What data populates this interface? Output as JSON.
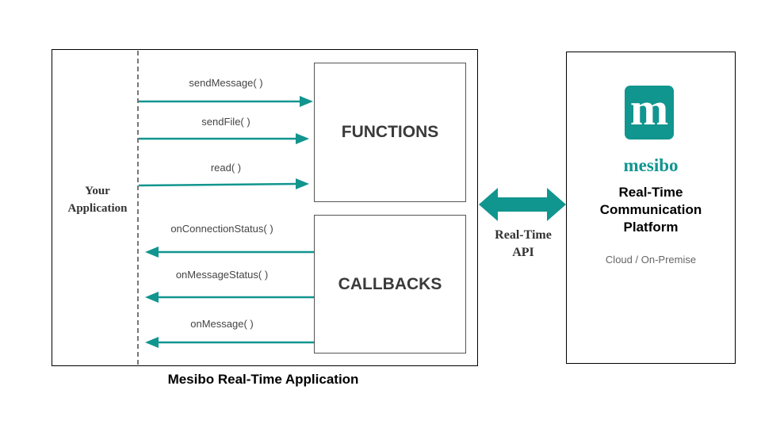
{
  "app": {
    "your_application": [
      "Your",
      "Application"
    ],
    "caption": "Mesibo Real-Time Application"
  },
  "functions": {
    "title": "FUNCTIONS",
    "items": [
      "sendMessage( )",
      "sendFile( )",
      "read( )"
    ]
  },
  "callbacks": {
    "title": "CALLBACKS",
    "items": [
      "onConnectionStatus( )",
      "onMessageStatus( )",
      "onMessage( )"
    ]
  },
  "api": {
    "label": [
      "Real-Time",
      "API"
    ]
  },
  "platform": {
    "logo_letter": "m",
    "logo_word": "mesibo",
    "title": [
      "Real-Time",
      "Communication",
      "Platform"
    ],
    "subtitle": "Cloud / On-Premise"
  },
  "colors": {
    "accent": "#11958f",
    "border": "#000000"
  }
}
